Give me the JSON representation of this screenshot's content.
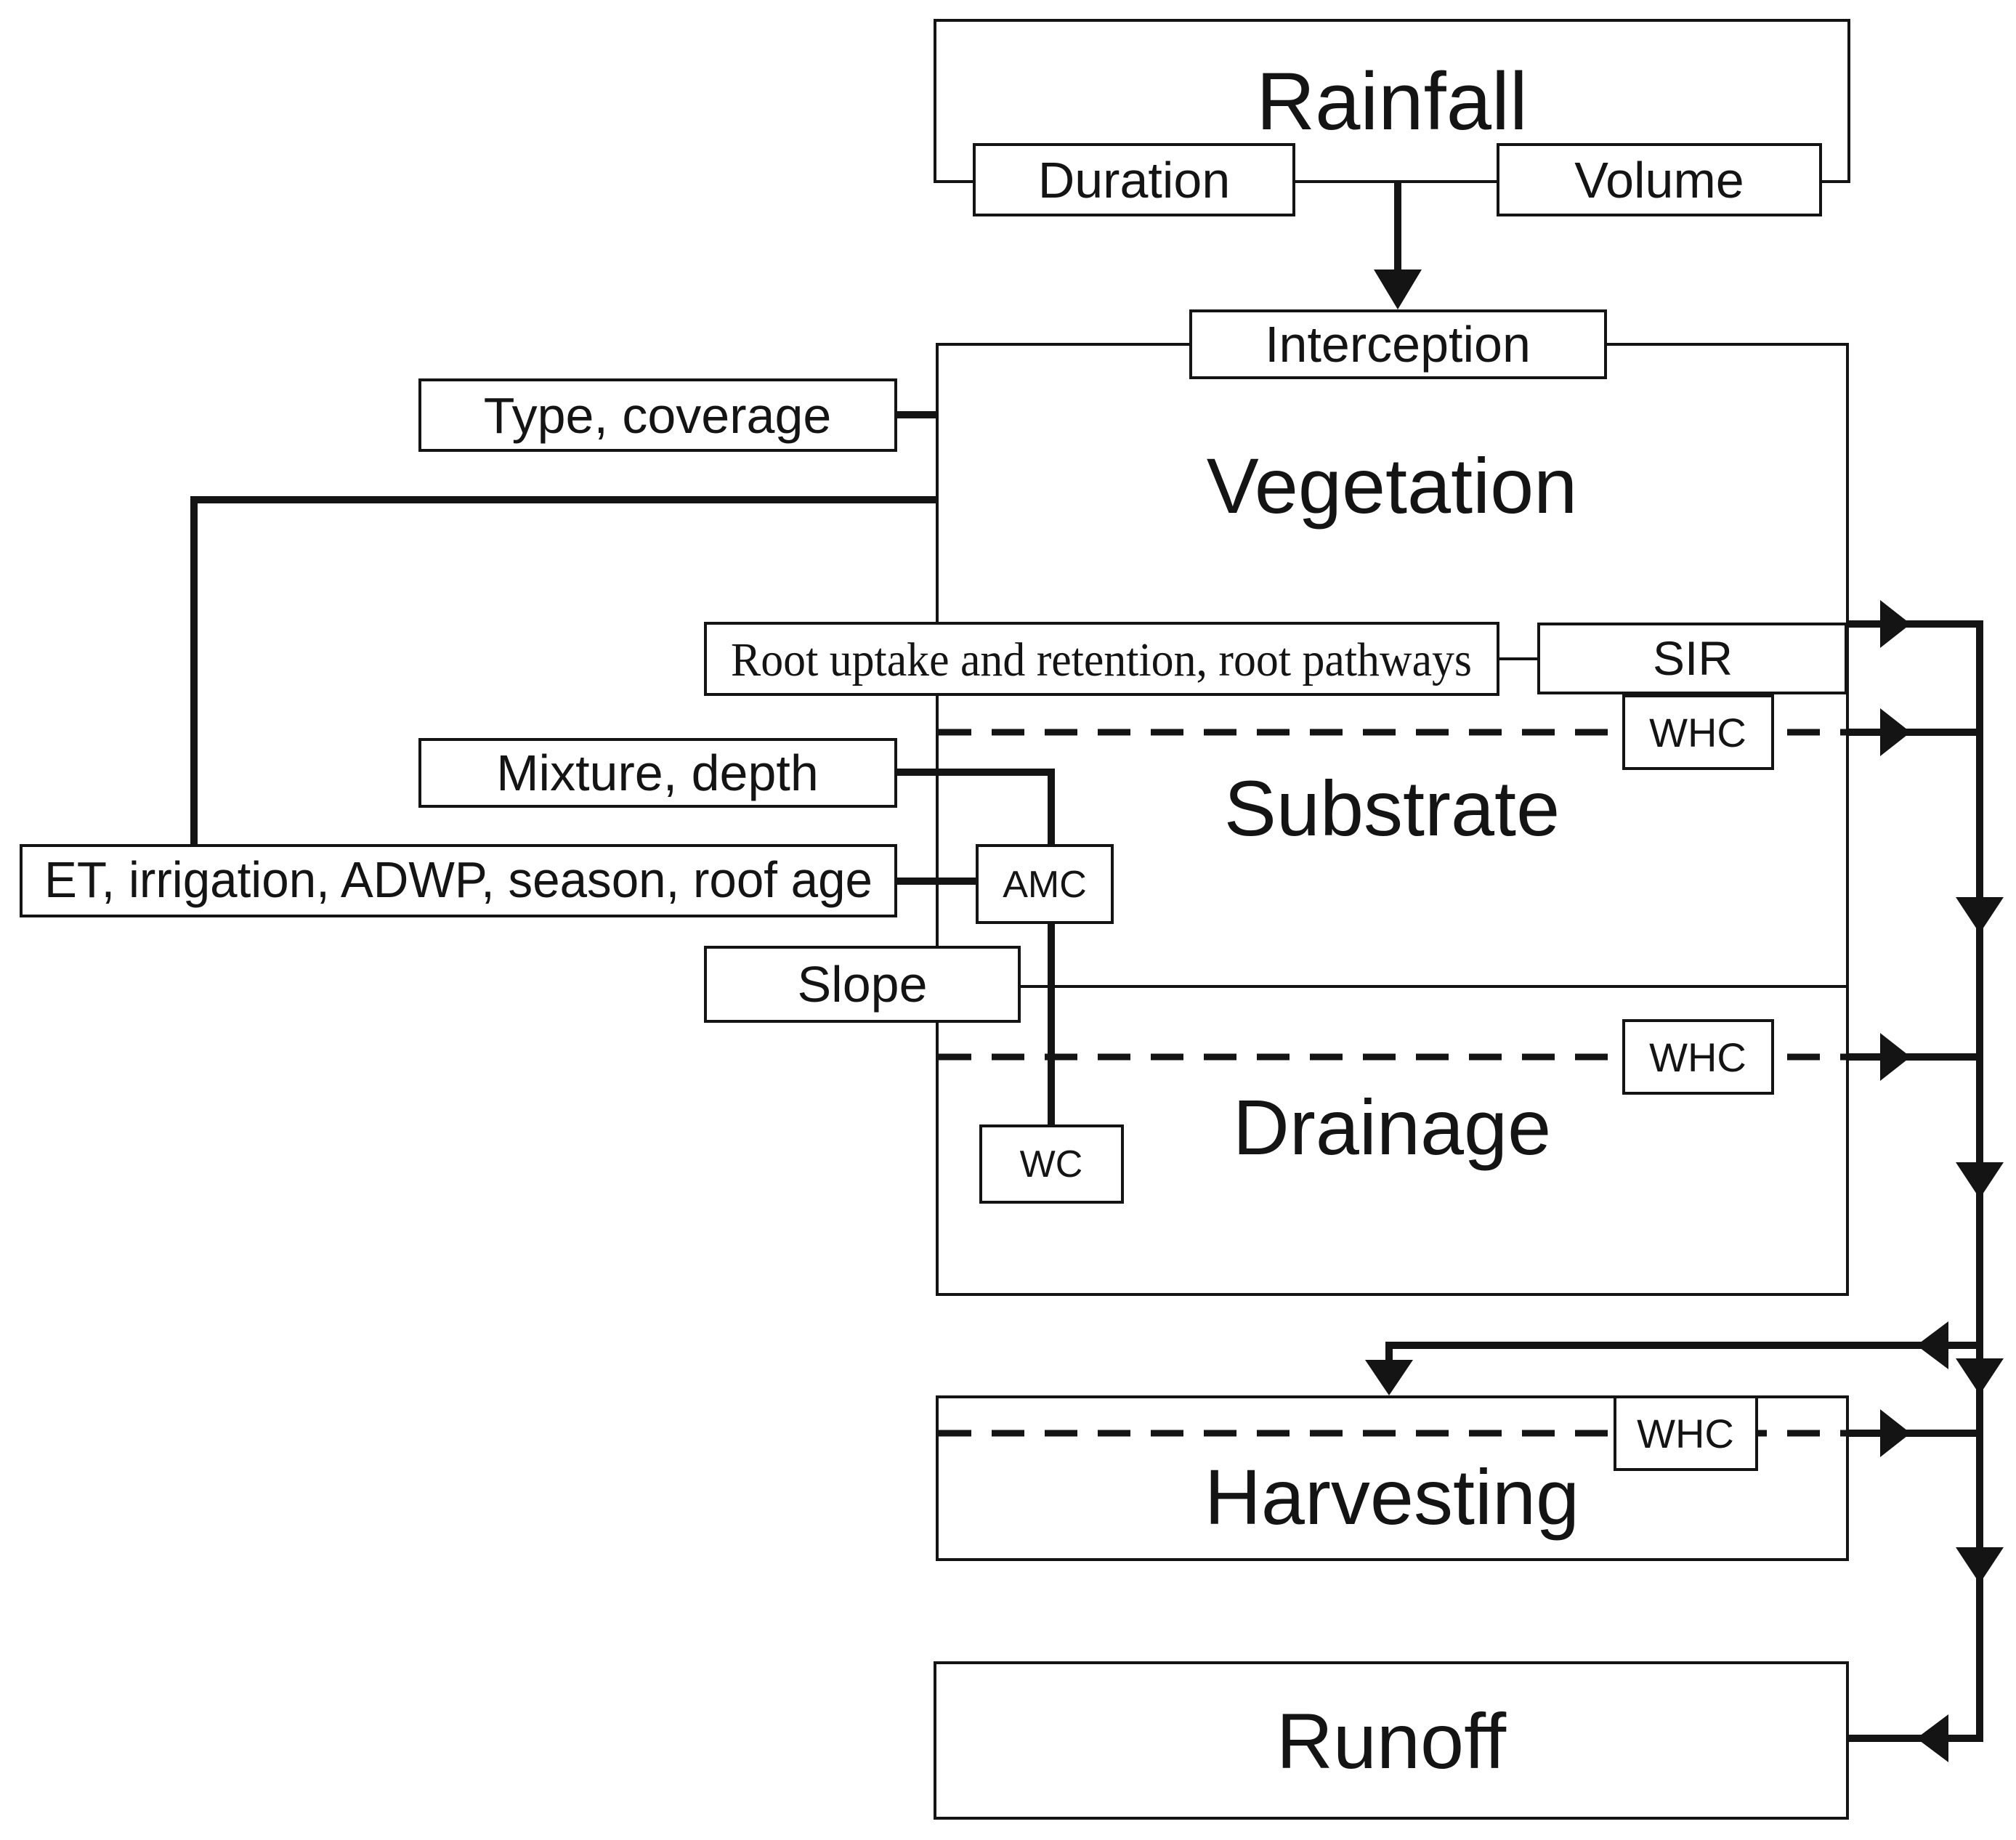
{
  "title": "Green roof rainfall-runoff flow diagram",
  "nodes": {
    "rainfall": "Rainfall",
    "duration": "Duration",
    "volume": "Volume",
    "interception": "Interception",
    "vegetation": "Vegetation",
    "substrate": "Substrate",
    "drainage": "Drainage",
    "harvesting": "Harvesting",
    "runoff": "Runoff"
  },
  "factors": {
    "type_coverage": "Type, coverage",
    "root_pathways": "Root uptake and retention, root pathways",
    "mixture_depth": "Mixture, depth",
    "et_irrigation": "ET, irrigation, ADWP, season, roof age",
    "slope": "Slope"
  },
  "parameters": {
    "sir": "SIR",
    "whc_substrate": "WHC",
    "whc_drainage": "WHC",
    "whc_harvesting": "WHC",
    "amc": "AMC",
    "wc": "WC"
  },
  "colors": {
    "ink": "#141414",
    "background": "#ffffff",
    "box_fill": "#ffffff"
  }
}
